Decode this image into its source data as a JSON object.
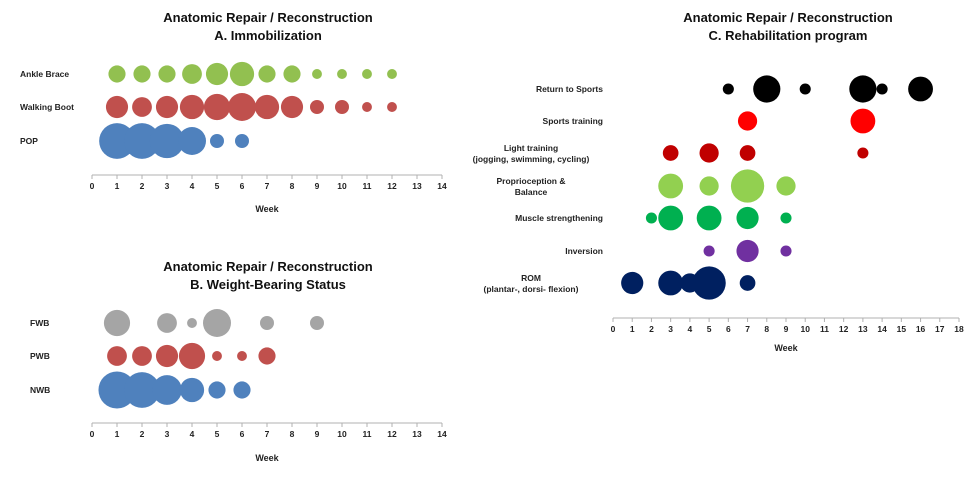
{
  "chart_data": [
    {
      "type": "scatter",
      "title": [
        "Anatomic Repair / Reconstruction",
        "A. Immobilization"
      ],
      "xlabel": "Week",
      "ylabel": "",
      "xlim": [
        0,
        14
      ],
      "xticks": [
        0,
        1,
        2,
        3,
        4,
        5,
        6,
        7,
        8,
        9,
        10,
        11,
        12,
        13,
        14
      ],
      "grid": false,
      "categories": [
        "Ankle Brace",
        "Walking Boot",
        "POP"
      ],
      "series": [
        {
          "category": "Ankle Brace",
          "color": "#92c050",
          "points": [
            [
              1,
              3
            ],
            [
              2,
              3
            ],
            [
              3,
              3
            ],
            [
              4,
              4
            ],
            [
              5,
              5
            ],
            [
              6,
              6
            ],
            [
              7,
              3
            ],
            [
              8,
              3
            ],
            [
              9,
              1
            ],
            [
              10,
              1
            ],
            [
              11,
              1
            ],
            [
              12,
              1
            ]
          ]
        },
        {
          "category": "Walking Boot",
          "color": "#c0504d",
          "points": [
            [
              1,
              5
            ],
            [
              2,
              4
            ],
            [
              3,
              5
            ],
            [
              4,
              6
            ],
            [
              5,
              7
            ],
            [
              6,
              8
            ],
            [
              7,
              6
            ],
            [
              8,
              5
            ],
            [
              9,
              2
            ],
            [
              10,
              2
            ],
            [
              11,
              1
            ],
            [
              12,
              1
            ]
          ]
        },
        {
          "category": "POP",
          "color": "#4f81bd",
          "points": [
            [
              1,
              13
            ],
            [
              2,
              13
            ],
            [
              3,
              12
            ],
            [
              4,
              8
            ],
            [
              5,
              2
            ],
            [
              6,
              2
            ]
          ]
        }
      ]
    },
    {
      "type": "scatter",
      "title": [
        "Anatomic Repair / Reconstruction",
        "B. Weight-Bearing Status"
      ],
      "xlabel": "Week",
      "ylabel": "",
      "xlim": [
        0,
        14
      ],
      "xticks": [
        0,
        1,
        2,
        3,
        4,
        5,
        6,
        7,
        8,
        9,
        10,
        11,
        12,
        13,
        14
      ],
      "grid": false,
      "categories": [
        "FWB",
        "PWB",
        "NWB"
      ],
      "series": [
        {
          "category": "FWB",
          "color": "#a5a5a5",
          "points": [
            [
              1,
              7
            ],
            [
              3,
              4
            ],
            [
              4,
              1
            ],
            [
              5,
              8
            ],
            [
              7,
              2
            ],
            [
              9,
              2
            ]
          ]
        },
        {
          "category": "PWB",
          "color": "#c0504d",
          "points": [
            [
              1,
              4
            ],
            [
              2,
              4
            ],
            [
              3,
              5
            ],
            [
              4,
              7
            ],
            [
              5,
              1
            ],
            [
              6,
              1
            ],
            [
              7,
              3
            ]
          ]
        },
        {
          "category": "NWB",
          "color": "#4f81bd",
          "points": [
            [
              1,
              14
            ],
            [
              2,
              13
            ],
            [
              3,
              9
            ],
            [
              4,
              6
            ],
            [
              5,
              3
            ],
            [
              6,
              3
            ]
          ]
        }
      ]
    },
    {
      "type": "scatter",
      "title": [
        "Anatomic Repair / Reconstruction",
        "C. Rehabilitation program"
      ],
      "xlabel": "Week",
      "ylabel": "",
      "xlim": [
        0,
        18
      ],
      "xticks": [
        0,
        1,
        2,
        3,
        4,
        5,
        6,
        7,
        8,
        9,
        10,
        11,
        12,
        13,
        14,
        15,
        16,
        17,
        18
      ],
      "grid": false,
      "categories": [
        [
          "Return to Sports"
        ],
        [
          "Sports training"
        ],
        [
          "Light training",
          "(jogging, swimming, cycling)"
        ],
        [
          "Proprioception &",
          "Balance"
        ],
        [
          "Muscle strengthening"
        ],
        [
          "Inversion"
        ],
        [
          "ROM",
          "(plantar-, dorsi- flexion)"
        ]
      ],
      "series": [
        {
          "category": "Return to Sports",
          "color": "#000000",
          "points": [
            [
              6,
              1
            ],
            [
              8,
              6
            ],
            [
              10,
              1
            ],
            [
              13,
              6
            ],
            [
              14,
              1
            ],
            [
              16,
              5
            ]
          ]
        },
        {
          "category": "Sports training",
          "color": "#ff0000",
          "points": [
            [
              7,
              3
            ],
            [
              13,
              5
            ]
          ]
        },
        {
          "category": "Light training (jogging, swimming, cycling)",
          "color": "#c00000",
          "points": [
            [
              3,
              2
            ],
            [
              5,
              3
            ],
            [
              7,
              2
            ],
            [
              13,
              1
            ]
          ]
        },
        {
          "category": "Proprioception & Balance",
          "color": "#92d050",
          "points": [
            [
              3,
              5
            ],
            [
              5,
              3
            ],
            [
              7,
              9
            ],
            [
              9,
              3
            ]
          ]
        },
        {
          "category": "Muscle strengthening",
          "color": "#00b050",
          "points": [
            [
              2,
              1
            ],
            [
              3,
              5
            ],
            [
              5,
              5
            ],
            [
              7,
              4
            ],
            [
              9,
              1
            ]
          ]
        },
        {
          "category": "Inversion",
          "color": "#7030a0",
          "points": [
            [
              5,
              1
            ],
            [
              7,
              4
            ],
            [
              9,
              1
            ]
          ]
        },
        {
          "category": "ROM (plantar-, dorsi- flexion)",
          "color": "#002060",
          "points": [
            [
              1,
              4
            ],
            [
              3,
              5
            ],
            [
              4,
              3
            ],
            [
              5,
              9
            ],
            [
              7,
              2
            ]
          ]
        }
      ]
    }
  ]
}
